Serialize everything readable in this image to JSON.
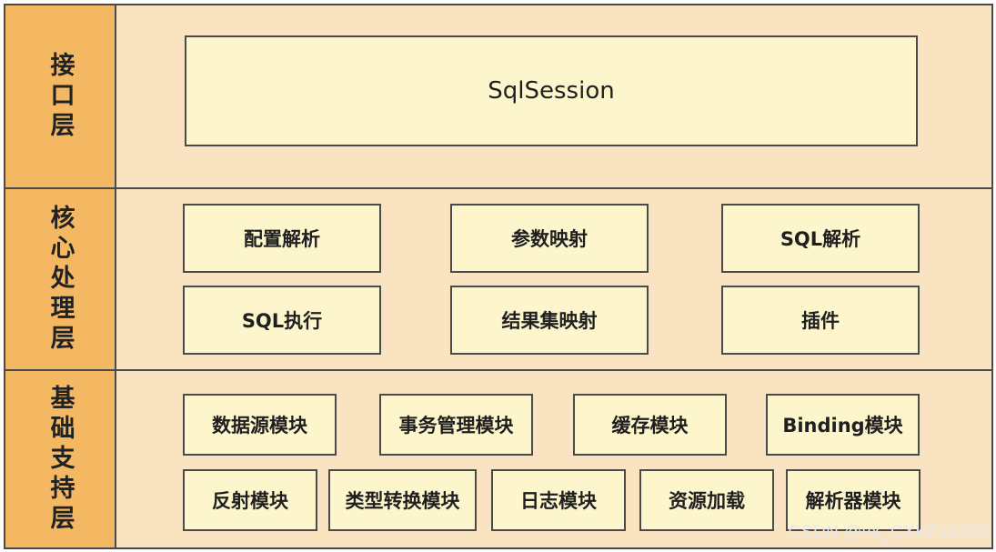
{
  "layers": {
    "interface": {
      "label": "接口层",
      "modules": [
        "SqlSession"
      ]
    },
    "core": {
      "label": "核心处理层",
      "modules": [
        "配置解析",
        "参数映射",
        "SQL解析",
        "SQL执行",
        "结果集映射",
        "插件"
      ]
    },
    "base": {
      "label": "基础支持层",
      "modules": [
        "数据源模块",
        "事务管理模块",
        "缓存模块",
        "Binding模块",
        "反射模块",
        "类型转换模块",
        "日志模块",
        "资源加载",
        "解析器模块"
      ]
    }
  },
  "watermark": "CSDN @vx_CXKF10088",
  "colors": {
    "label_bg": "#f4b862",
    "layer_bg": "#f9e3c0",
    "module_bg": "#fdf6cd",
    "border": "#4a4a4a"
  }
}
